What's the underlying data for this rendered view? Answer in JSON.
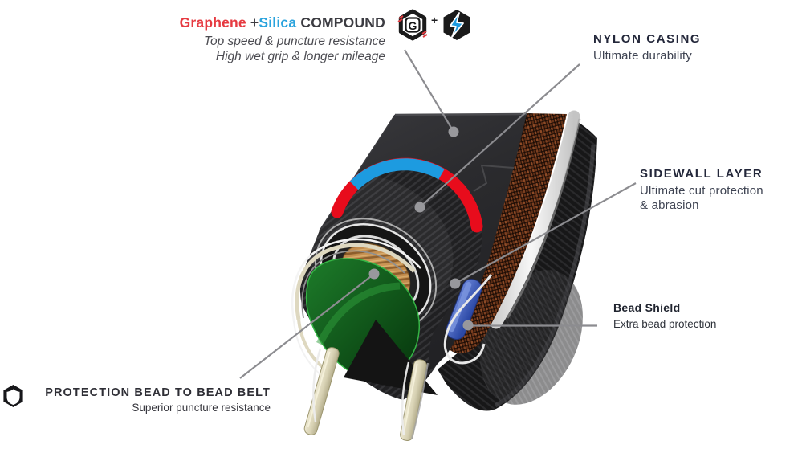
{
  "colors": {
    "text_red": "#e63a41",
    "text_blue": "#2aa3dd",
    "arc_red": "#e80c1c",
    "arc_blue": "#1d9be0",
    "bead_shield_blue": "#4563c2",
    "belt_green": "#155c20",
    "casing_tan": "#c08a4a",
    "leader_gray": "#8c8c90"
  },
  "compound_label": {
    "brand1": "Graphene",
    "plus": " +",
    "brand2": "Silica",
    "suffix": " COMPOUND",
    "desc_line1": "Top speed & puncture resistance",
    "desc_line2": "High wet grip & longer mileage"
  },
  "compound_icons": {
    "graphene_letter": "G",
    "plus_sign": "+"
  },
  "nylon_label": {
    "title": "NYLON CASING",
    "desc": "Ultimate durability"
  },
  "sidewall_label": {
    "title": "SIDEWALL LAYER",
    "desc_line1": "Ultimate cut protection",
    "desc_line2": "& abrasion"
  },
  "bead_shield_label": {
    "title": "Bead Shield",
    "desc": "Extra bead protection"
  },
  "belt_label": {
    "title": "PROTECTION BEAD TO BEAD BELT",
    "desc": "Superior puncture resistance"
  }
}
